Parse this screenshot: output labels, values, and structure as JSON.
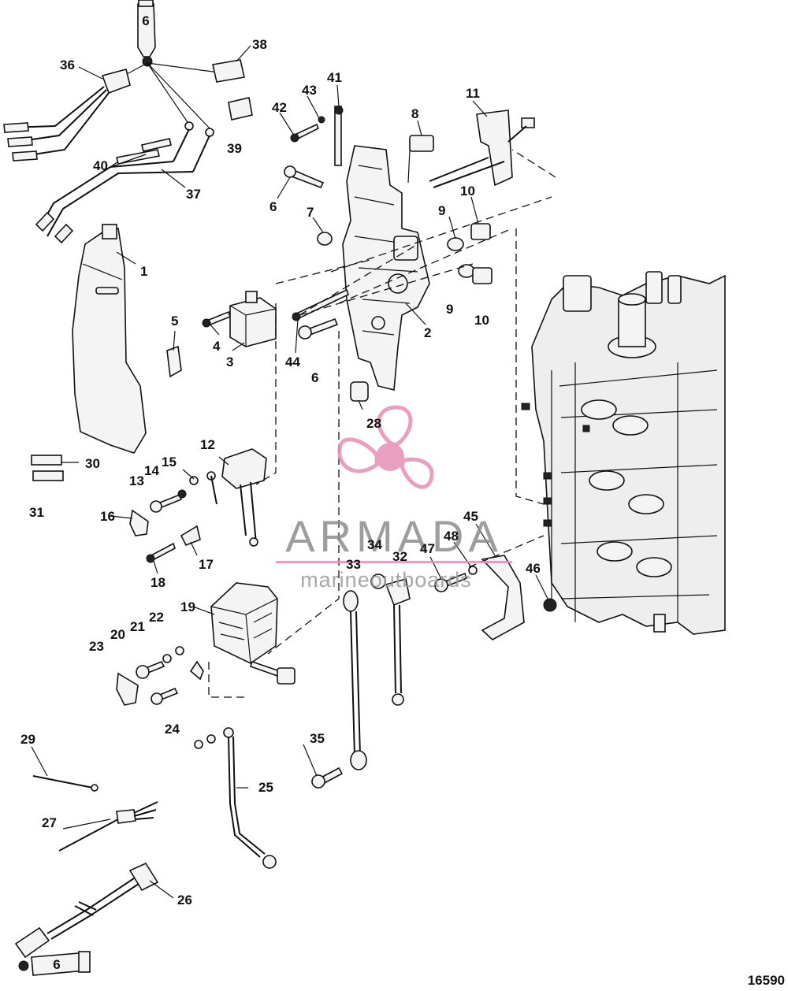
{
  "diagram_id": "16590",
  "callouts": [
    "1",
    "2",
    "3",
    "4",
    "5",
    "6",
    "7",
    "8",
    "9",
    "10",
    "11",
    "12",
    "13",
    "14",
    "15",
    "16",
    "17",
    "18",
    "19",
    "20",
    "21",
    "22",
    "23",
    "24",
    "25",
    "26",
    "27",
    "28",
    "29",
    "30",
    "31",
    "32",
    "33",
    "34",
    "35",
    "36",
    "37",
    "38",
    "39",
    "40",
    "41",
    "42",
    "43",
    "44",
    "45",
    "46",
    "47",
    "48"
  ],
  "sealant_tube_label": "6",
  "watermark": {
    "brand": "ARMADA",
    "tagline": "marineoutboards",
    "accent_color": "#e58fb6"
  }
}
